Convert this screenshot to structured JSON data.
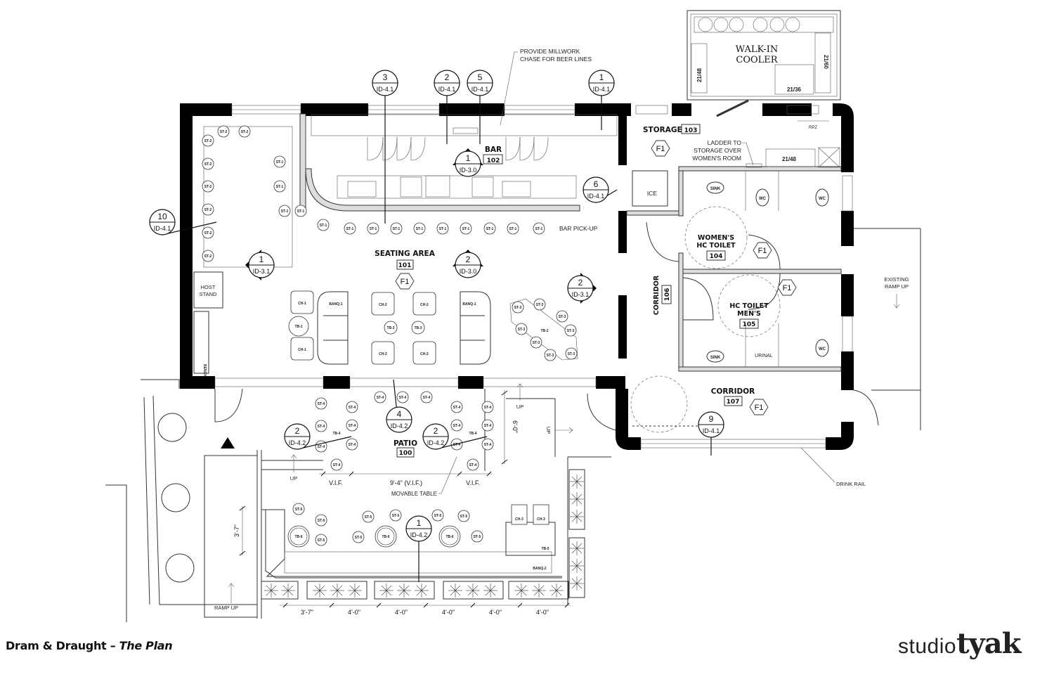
{
  "footer": {
    "project": "Dram & Draught",
    "separator": " – ",
    "subtitle": "The Plan"
  },
  "logo": {
    "studio": "studio",
    "name": "tyak"
  },
  "rooms": {
    "bar": {
      "name": "BAR",
      "number": "102"
    },
    "seating": {
      "name": "SEATING AREA",
      "number": "101"
    },
    "storage": {
      "name": "STORAGE",
      "number": "103"
    },
    "womens": {
      "line1": "WOMEN'S",
      "line2": "HC TOILET",
      "number": "104"
    },
    "mens": {
      "line1": "HC TOILET",
      "line2": "MEN'S",
      "number": "105"
    },
    "corridor106": {
      "name": "CORRIDOR",
      "number": "106"
    },
    "corridor107": {
      "name": "CORRIDOR",
      "number": "107"
    },
    "patio": {
      "name": "PATIO",
      "number": "100"
    },
    "cooler": {
      "line1": "WALK-IN",
      "line2": "COOLER"
    }
  },
  "finish_tag": "F1",
  "callouts": [
    {
      "num": "3",
      "sheet": "ID-4.1"
    },
    {
      "num": "2",
      "sheet": "ID-4.1"
    },
    {
      "num": "5",
      "sheet": "ID-4.1"
    },
    {
      "num": "1",
      "sheet": "ID-4.1"
    },
    {
      "num": "10",
      "sheet": "ID-4.1"
    },
    {
      "num": "6",
      "sheet": "ID-4.1"
    },
    {
      "num": "1",
      "sheet": "ID-3.0"
    },
    {
      "num": "1",
      "sheet": "ID-3.1"
    },
    {
      "num": "2",
      "sheet": "ID-3.0"
    },
    {
      "num": "2",
      "sheet": "ID-3.1"
    },
    {
      "num": "9",
      "sheet": "ID-4.1"
    },
    {
      "num": "4",
      "sheet": "ID-4.2"
    },
    {
      "num": "2",
      "sheet": "ID-4.2"
    },
    {
      "num": "2",
      "sheet": "ID-4.2"
    },
    {
      "num": "1",
      "sheet": "ID-4.2"
    }
  ],
  "notes": {
    "millwork1": "PROVIDE MILLWORK",
    "millwork2": "CHASE FOR BEER LINES",
    "bar_pickup": "BAR PICK-UP",
    "ladder1": "LADDER TO",
    "ladder2": "STORAGE OVER",
    "ladder3": "WOMEN'S ROOM",
    "ramp1": "EXISTING",
    "ramp2": "RAMP UP",
    "drink_rail": "DRINK RAIL",
    "movable_table": "MOVABLE TABLE",
    "ramp_up": "RAMP UP",
    "up": "UP",
    "host1": "HOST",
    "host2": "STAND",
    "bench": "BENCH",
    "ice": "ICE",
    "rpz": "RPZ",
    "sink": "SINK",
    "wc": "WC",
    "urinal": "URINAL"
  },
  "equipment": {
    "shelf_21_48": "21/48",
    "shelf_21_60": "21/60",
    "shelf_21_36": "21/36"
  },
  "furniture": {
    "st1": "ST-1",
    "st2": "ST-2",
    "st3": "ST-3",
    "st4": "ST-4",
    "st5": "ST-5",
    "tb1": "TB-1",
    "tb2": "TB-2",
    "tb3": "TB-3",
    "tb4": "TB-4",
    "tb5": "TB-5",
    "tb6": "TB-6",
    "ch1": "CH-1",
    "ch2": "CH-2",
    "ch3": "CH-3",
    "banq1": "BANQ-1",
    "banq2": "BANQ-2"
  },
  "dimensions": {
    "vif": "V.I.F.",
    "patio_width": "9'-4\" (V.I.F.)",
    "patio_depth": "6'-0\"",
    "bench_depth": "3'-7\"",
    "planter_first": "3'-7\"",
    "planter": "4'-0\""
  }
}
